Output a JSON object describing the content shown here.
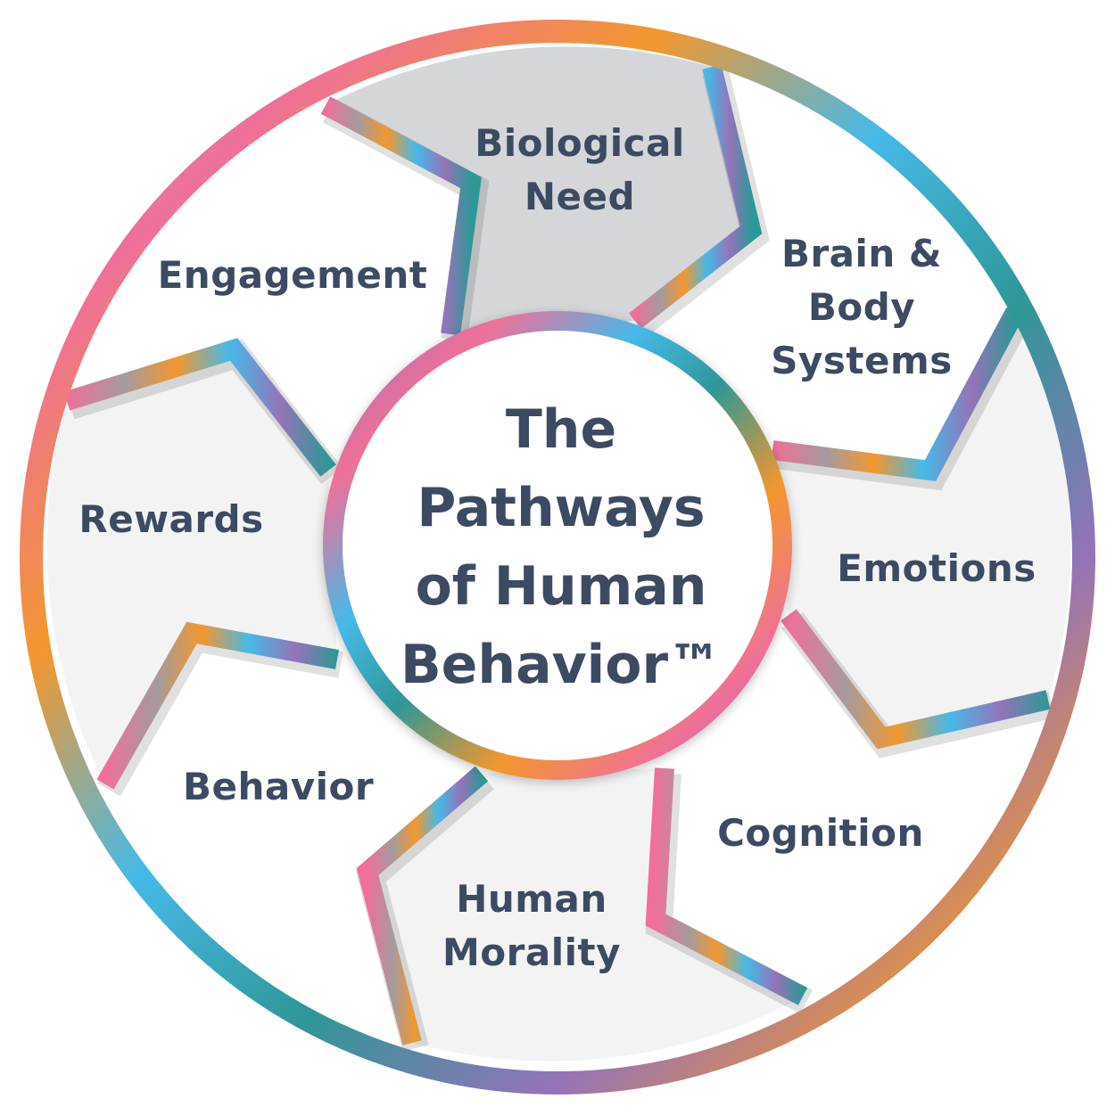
{
  "title": {
    "lines": [
      "The",
      "Pathways",
      "of Human",
      "Behavior™"
    ]
  },
  "segments": [
    {
      "id": "biological-need",
      "lines": [
        "Biological",
        "Need"
      ]
    },
    {
      "id": "brain-body-systems",
      "lines": [
        "Brain &",
        "Body",
        "Systems"
      ]
    },
    {
      "id": "emotions",
      "lines": [
        "Emotions"
      ]
    },
    {
      "id": "cognition",
      "lines": [
        "Cognition"
      ]
    },
    {
      "id": "human-morality",
      "lines": [
        "Human",
        "Morality"
      ]
    },
    {
      "id": "behavior",
      "lines": [
        "Behavior"
      ]
    },
    {
      "id": "rewards",
      "lines": [
        "Rewards"
      ]
    },
    {
      "id": "engagement",
      "lines": [
        "Engagement"
      ]
    }
  ],
  "colors": {
    "text": "#3c4a62",
    "panel_fill": "#f3f3f4",
    "highlight_fill": "#d4d6d9",
    "gradient_stops": [
      "#ef7099",
      "#a59a9e",
      "#f2972f",
      "#47b9e8",
      "#9473b8",
      "#2f9797"
    ]
  }
}
